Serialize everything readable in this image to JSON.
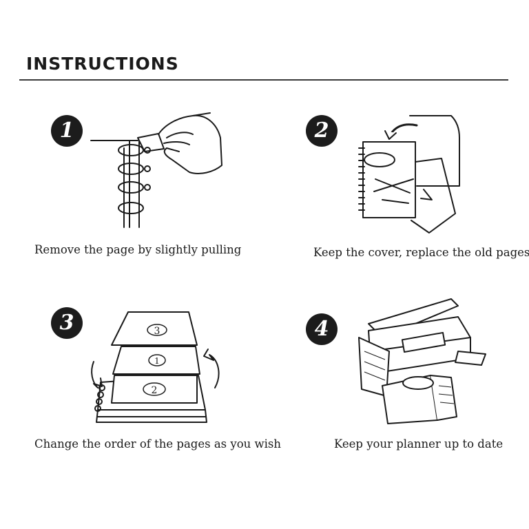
{
  "title": "INSTRUCTIONS",
  "steps": [
    {
      "number": "1",
      "caption": "Remove the page by slightly pulling"
    },
    {
      "number": "2",
      "caption": "Keep the cover, replace the old pages"
    },
    {
      "number": "3",
      "caption": "Change the order of the pages as you wish"
    },
    {
      "number": "4",
      "caption": "Keep your planner up to date"
    }
  ],
  "page_numbers": [
    "3",
    "1",
    "2"
  ],
  "colors": {
    "ink": "#1a1a1a",
    "badge": "#1c1c1c",
    "background": "#ffffff"
  },
  "icons": [
    "binder-ring-hand-icon",
    "planner-replace-pages-icon",
    "reorder-pages-icon",
    "printer-planner-icon"
  ]
}
